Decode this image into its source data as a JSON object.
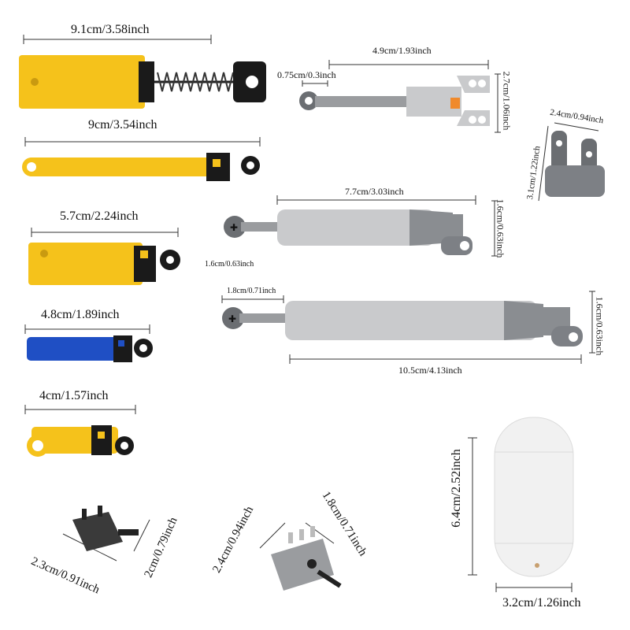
{
  "labels": {
    "p1_len": "9.1cm/3.58inch",
    "p2_len": "9cm/3.54inch",
    "p3_len": "5.7cm/2.24inch",
    "p4_len": "4.8cm/1.89inch",
    "p5_len": "4cm/1.57inch",
    "fork_len": "4.9cm/1.93inch",
    "fork_end": "0.75cm/0.3inch",
    "fork_h": "2.7cm/1.06inch",
    "bracket_w": "2.4cm/0.94inch",
    "bracket_h": "3.1cm/1.22inch",
    "cyl_mid_len": "7.7cm/3.03inch",
    "cyl_mid_end": "1.6cm/0.63inch",
    "cyl_mid_h": "1.6cm/0.63inch",
    "cyl_long_end": "1.8cm/0.71inch",
    "cyl_long_h": "1.6cm/0.63inch",
    "cyl_long_len": "10.5cm/4.13inch",
    "tank_h": "6.4cm/2.52inch",
    "tank_w": "3.2cm/1.26inch",
    "switch_w": "2.3cm/0.91inch",
    "switch_h": "2cm/0.79inch",
    "valve_w": "2.4cm/0.94inch",
    "valve_h": "1.8cm/0.71inch"
  },
  "colors": {
    "yellow": "#f5c21b",
    "black": "#1a1a1a",
    "blue": "#1f4fc4",
    "light_gray": "#c9cacc",
    "dark_gray": "#6b6e72",
    "orange": "#f08a2c",
    "white_tank": "#f1f1f1"
  }
}
